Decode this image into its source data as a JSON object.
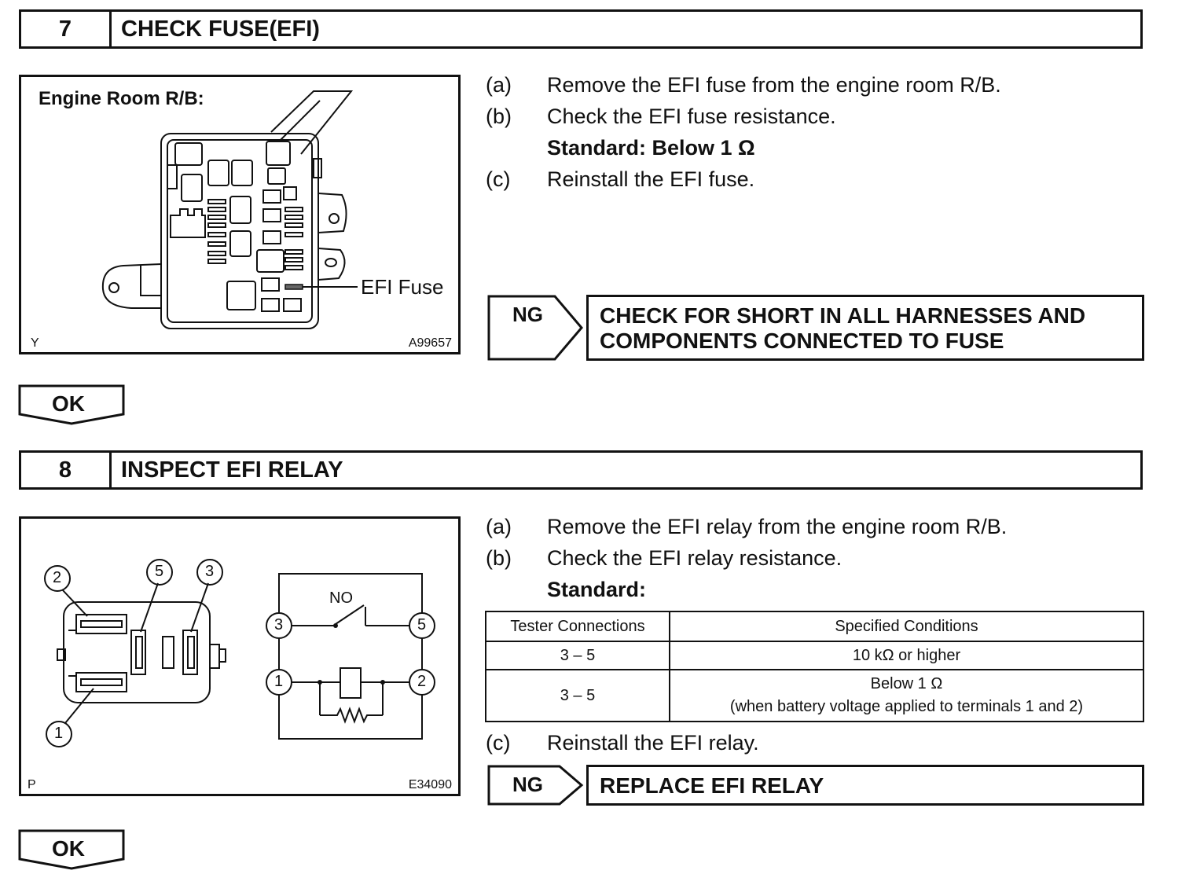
{
  "step7": {
    "number": "7",
    "title": "CHECK FUSE(EFI)",
    "figure": {
      "caption": "Engine Room R/B:",
      "callout": "EFI Fuse",
      "corner_left": "Y",
      "corner_right": "A99657"
    },
    "instructions": [
      {
        "letter": "(a)",
        "text": "Remove the EFI fuse from the engine room R/B."
      },
      {
        "letter": "(b)",
        "text": "Check the EFI fuse resistance."
      },
      {
        "letter": "(c)",
        "text": "Reinstall the EFI fuse."
      }
    ],
    "standard": "Standard: Below 1 Ω",
    "ng_label": "NG",
    "ng_result_line1": "CHECK FOR SHORT IN ALL HARNESSES AND",
    "ng_result_line2": "COMPONENTS CONNECTED TO FUSE",
    "ok_label": "OK"
  },
  "step8": {
    "number": "8",
    "title": "INSPECT EFI RELAY",
    "figure": {
      "corner_left": "P",
      "corner_right": "E34090",
      "terminals": [
        "1",
        "2",
        "3",
        "5"
      ],
      "switch_label": "NO"
    },
    "instructions": [
      {
        "letter": "(a)",
        "text": "Remove the EFI relay from the engine room R/B."
      },
      {
        "letter": "(b)",
        "text": "Check the EFI relay resistance."
      },
      {
        "letter": "(c)",
        "text": "Reinstall the EFI relay."
      }
    ],
    "standard": "Standard:",
    "table": {
      "headers": [
        "Tester Connections",
        "Specified Conditions"
      ],
      "rows": [
        {
          "connection": "3 – 5",
          "condition": "10 kΩ or higher",
          "note": ""
        },
        {
          "connection": "3 – 5",
          "condition": "Below 1 Ω",
          "note": "(when battery voltage applied to terminals 1 and 2)"
        }
      ]
    },
    "ng_label": "NG",
    "ng_result": "REPLACE EFI RELAY",
    "ok_label": "OK"
  }
}
